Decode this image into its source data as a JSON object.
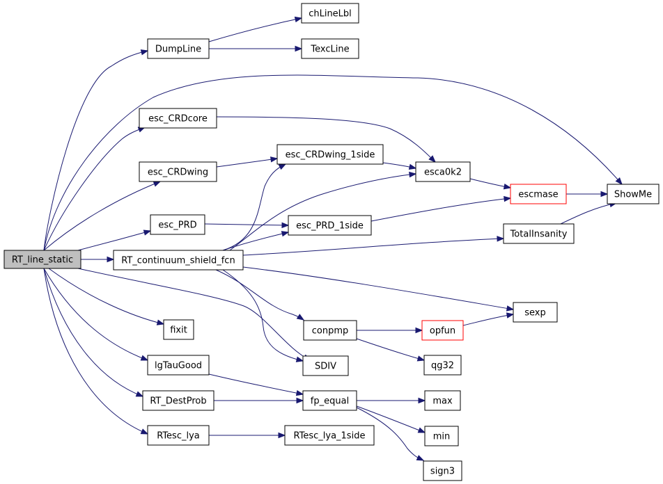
{
  "graph": {
    "colors": {
      "edge": "#191970",
      "root_fill": "#bfbfbf",
      "red_border": "#ff0000"
    },
    "nodes": {
      "RT_line_static": "RT_line_static",
      "chLineLbl": "chLineLbl",
      "DumpLine": "DumpLine",
      "TexcLine": "TexcLine",
      "esc_CRDcore": "esc_CRDcore",
      "esc_CRDwing_1side": "esc_CRDwing_1side",
      "esc_CRDwing": "esc_CRDwing",
      "esca0k2": "esca0k2",
      "escmase": "escmase",
      "ShowMe": "ShowMe",
      "esc_PRD": "esc_PRD",
      "esc_PRD_1side": "esc_PRD_1side",
      "TotalInsanity": "TotalInsanity",
      "RT_continuum_shield_fcn": "RT_continuum_shield_fcn",
      "sexp": "sexp",
      "fixit": "fixit",
      "conpmp": "conpmp",
      "opfun": "opfun",
      "lgTauGood": "lgTauGood",
      "SDIV": "SDIV",
      "qg32": "qg32",
      "RT_DestProb": "RT_DestProb",
      "fp_equal": "fp_equal",
      "max": "max",
      "min": "min",
      "RTesc_lya": "RTesc_lya",
      "RTesc_lya_1side": "RTesc_lya_1side",
      "sign3": "sign3"
    }
  }
}
